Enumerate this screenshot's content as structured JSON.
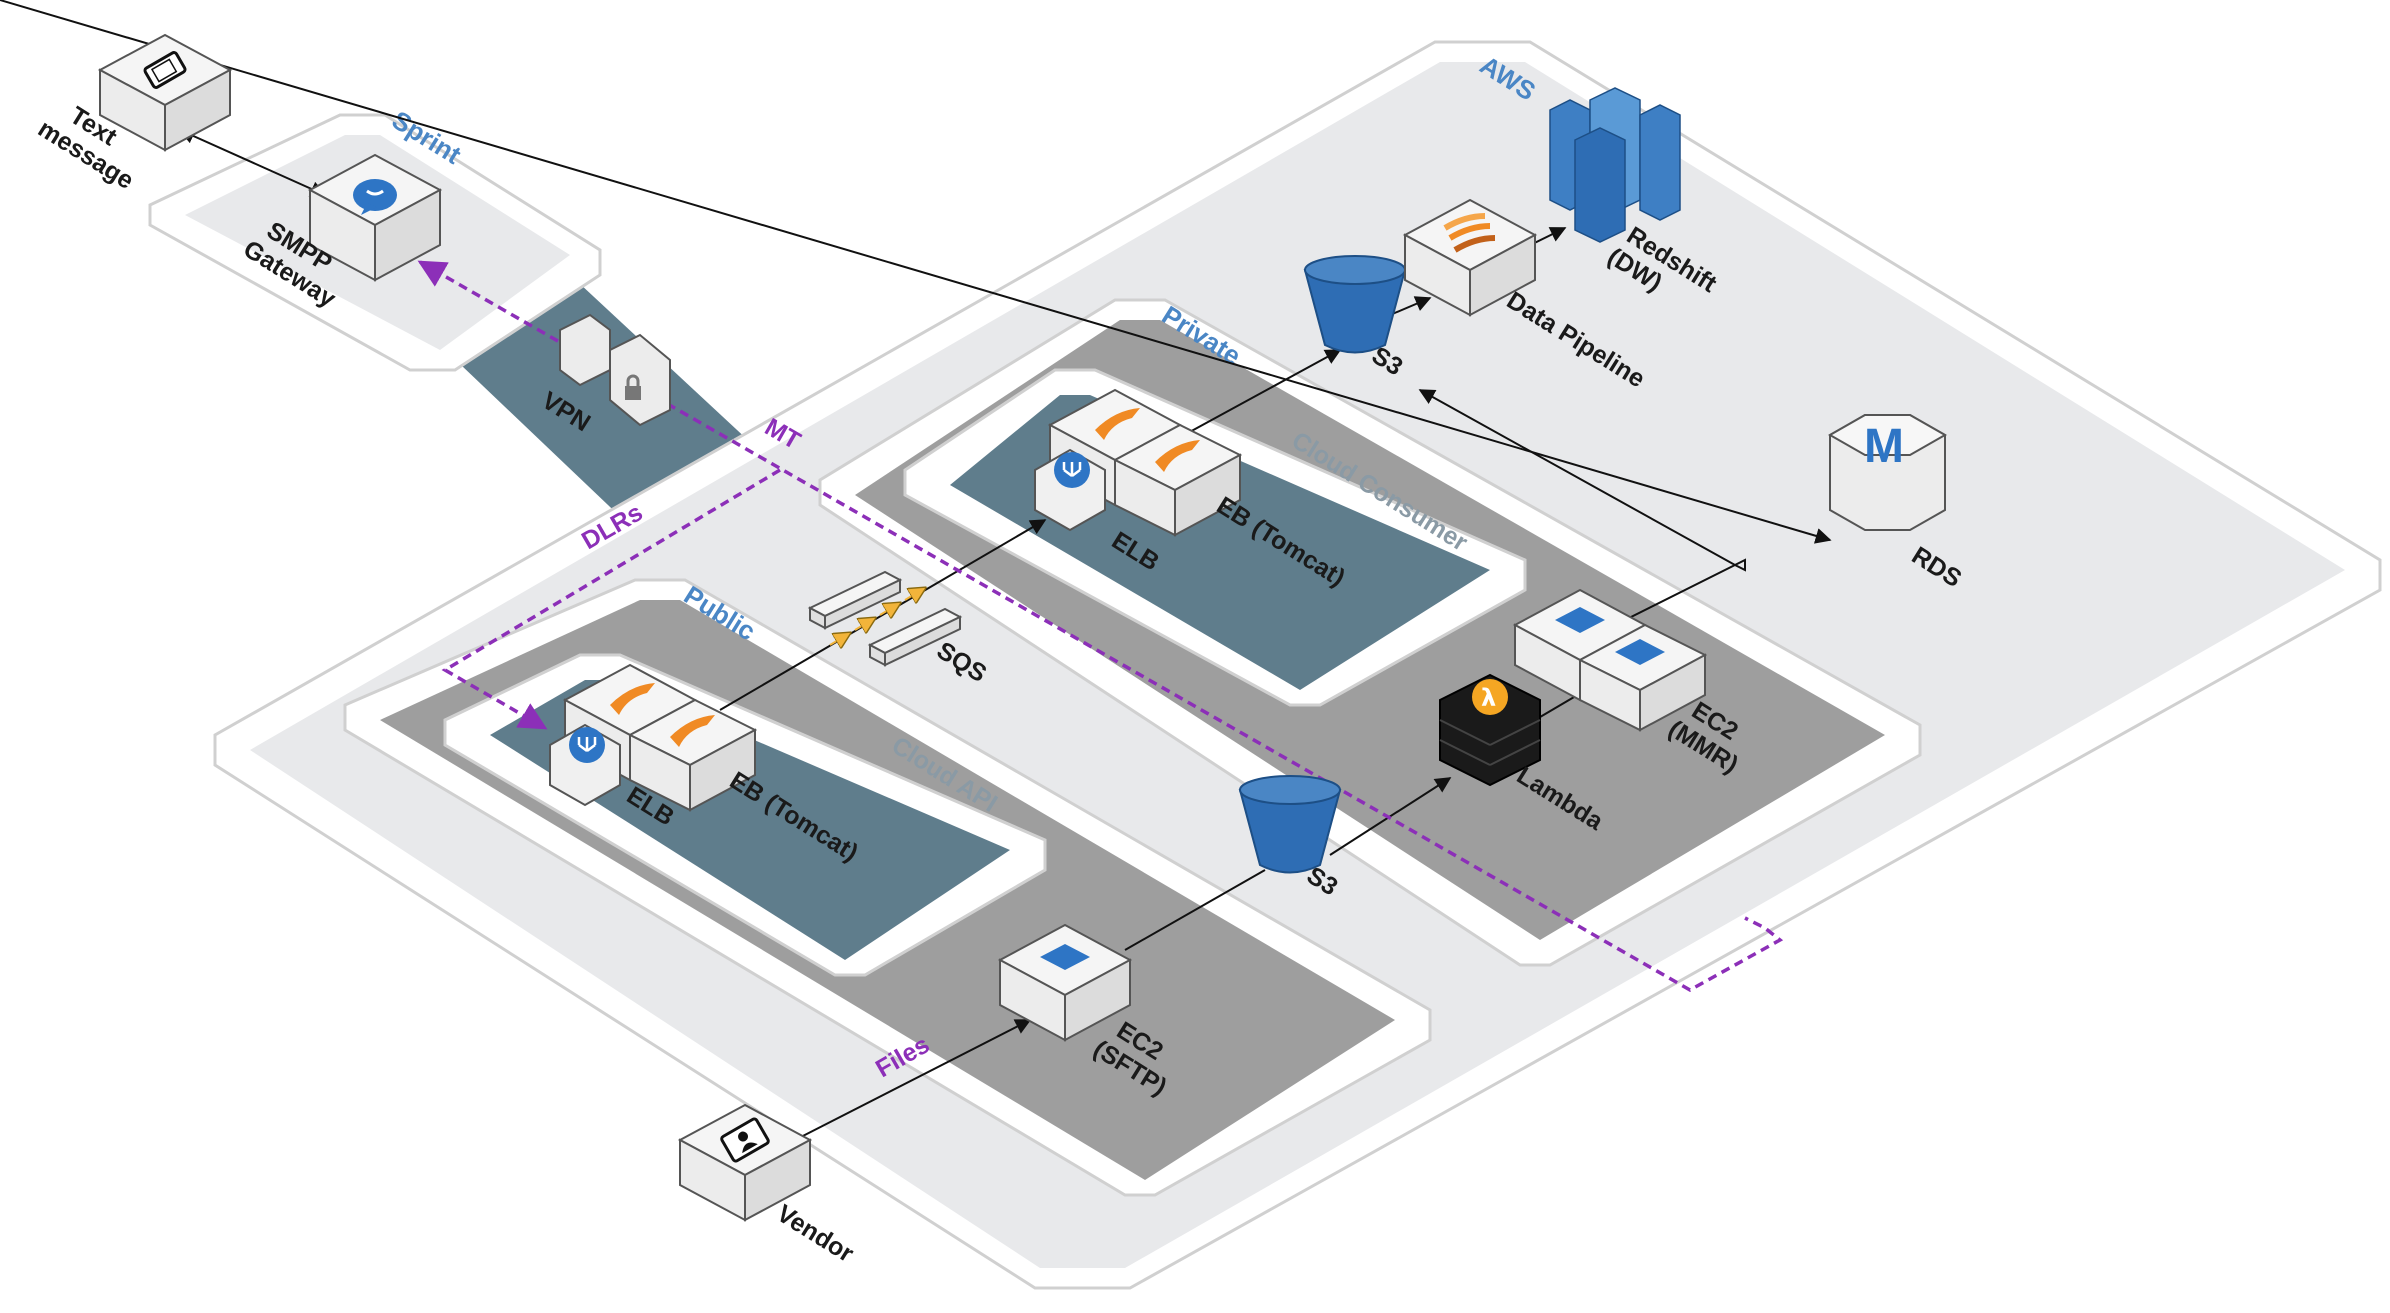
{
  "zones": {
    "aws": "AWS",
    "sprint": "Sprint",
    "private": "Private",
    "public": "Public",
    "cloud_consumer": "Cloud Consumer",
    "cloud_api": "Cloud API"
  },
  "nodes": {
    "text_message": "Text\nmessage",
    "smpp_gateway": "SMPP\nGateway",
    "vpn": "VPN",
    "elb_private": "ELB",
    "eb_private": "EB (Tomcat)",
    "elb_public": "ELB",
    "eb_public": "EB (Tomcat)",
    "sqs": "SQS",
    "s3_top": "S3",
    "s3_bottom": "S3",
    "data_pipeline": "Data Pipeline",
    "redshift": "Redshift\n(DW)",
    "rds": "RDS",
    "lambda": "Lambda",
    "ec2_mmr": "EC2\n(MMR)",
    "ec2_sftp": "EC2\n(SFTP)",
    "vendor": "Vendor"
  },
  "flows": {
    "mt": "MT",
    "dlrs": "DLRs",
    "files": "Files"
  },
  "icons": {
    "phone": "phone-icon",
    "chat": "chat-bubble-icon",
    "lock": "lock-icon",
    "elb": "load-balancer-icon",
    "eb": "elastic-beanstalk-icon",
    "s3": "s3-bucket-icon",
    "pipeline": "data-pipeline-icon",
    "redshift": "redshift-cluster-icon",
    "rds": "rds-icon",
    "lambda": "lambda-icon",
    "ec2": "ec2-server-icon",
    "user": "user-icon"
  },
  "colors": {
    "aws_zone": "#e8e9eb",
    "inner_zone": "#9e9e9e",
    "app_zone": "#5f7d8c",
    "vpn_band": "#5f7d8c",
    "accent_blue": "#4a86c5",
    "flow_purple": "#8c2fb8",
    "eb_orange": "#f08a24"
  }
}
